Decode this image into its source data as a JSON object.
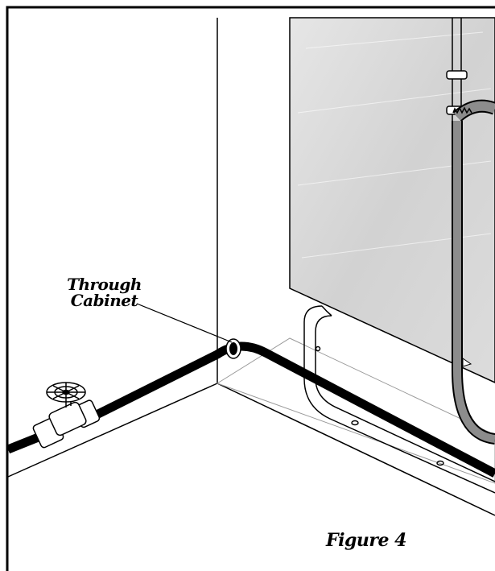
{
  "figure": {
    "callout_line1": "Through",
    "callout_line2": "Cabinet",
    "caption": "Figure 4"
  },
  "colors": {
    "line": "#000000",
    "cabinet_panel": "#d9d9d9",
    "hose": "#8c8c8c",
    "background": "#ffffff"
  }
}
